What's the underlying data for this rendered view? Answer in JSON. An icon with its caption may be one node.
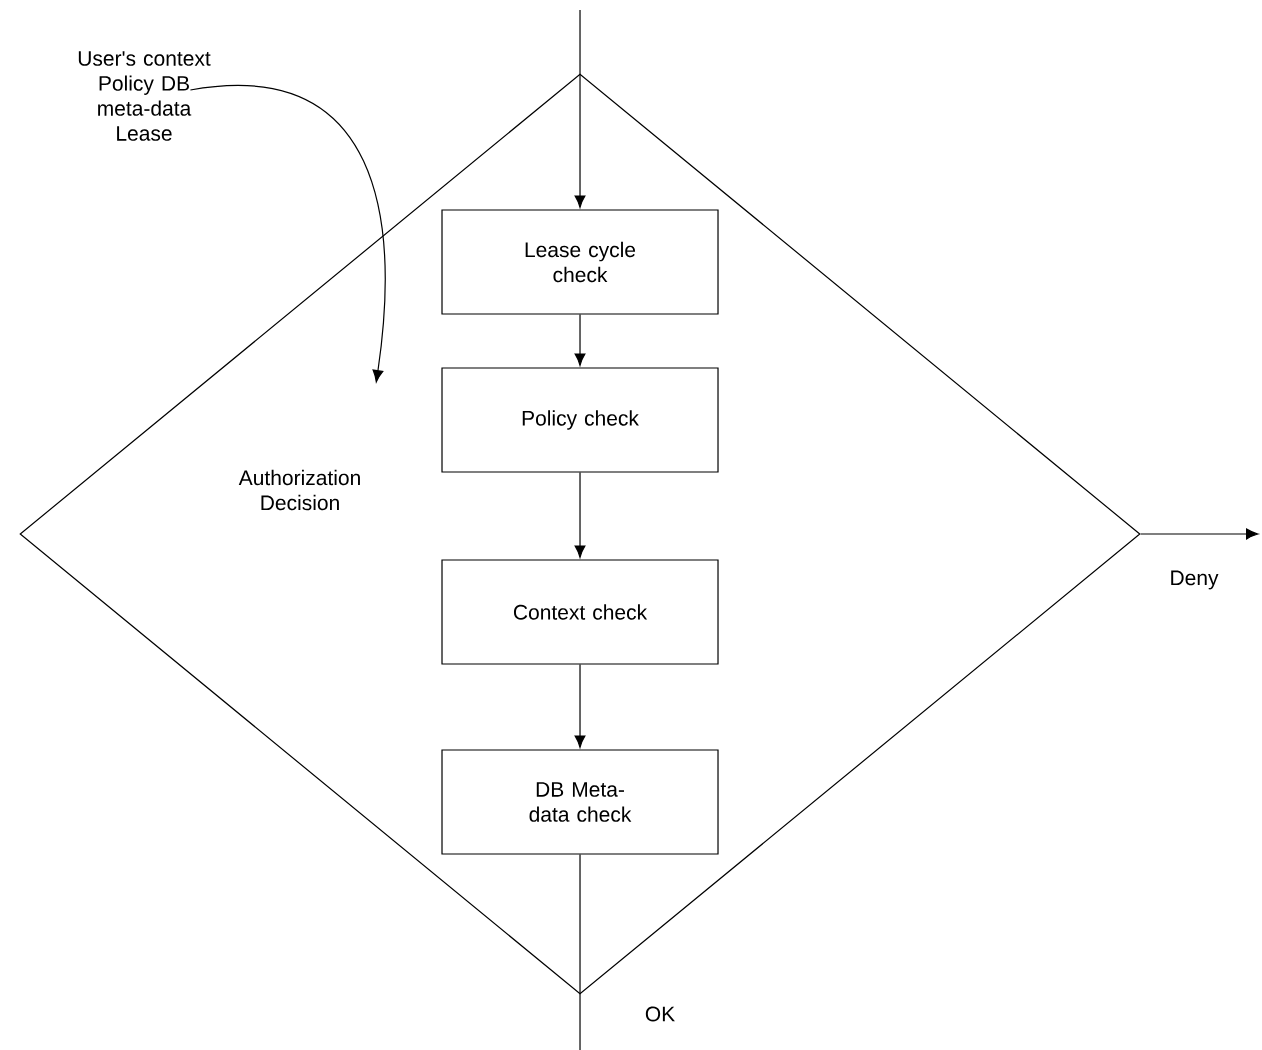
{
  "diagram": {
    "nodes": [
      {
        "text": [
          "Authorization Decision"
        ]
      },
      {
        "text": [
          "Lease cycle check"
        ],
        "in": 0
      },
      {
        "text": [
          "Policy check"
        ],
        "in": 0
      },
      {
        "text": [
          "Context check"
        ],
        "in": 0
      },
      {
        "text": [
          "DB Meta-data check"
        ],
        "in": 0
      },
      {
        "text": [
          "User's context Policy DB meta-data Lease"
        ]
      }
    ],
    "edges": [
      {
        "from": null,
        "to": 1,
        "arrow": "to"
      },
      {
        "from": 1,
        "to": 2,
        "arrow": "to"
      },
      {
        "from": 2,
        "to": 3,
        "arrow": "to"
      },
      {
        "from": 3,
        "to": 4,
        "arrow": "to"
      },
      {
        "from": 4,
        "to": null,
        "arrow": "none",
        "label": "OK"
      },
      {
        "from": 0,
        "to": null,
        "arrow": "to",
        "label": "Deny"
      },
      {
        "from": 5,
        "to": null,
        "arrow": "to"
      }
    ]
  }
}
